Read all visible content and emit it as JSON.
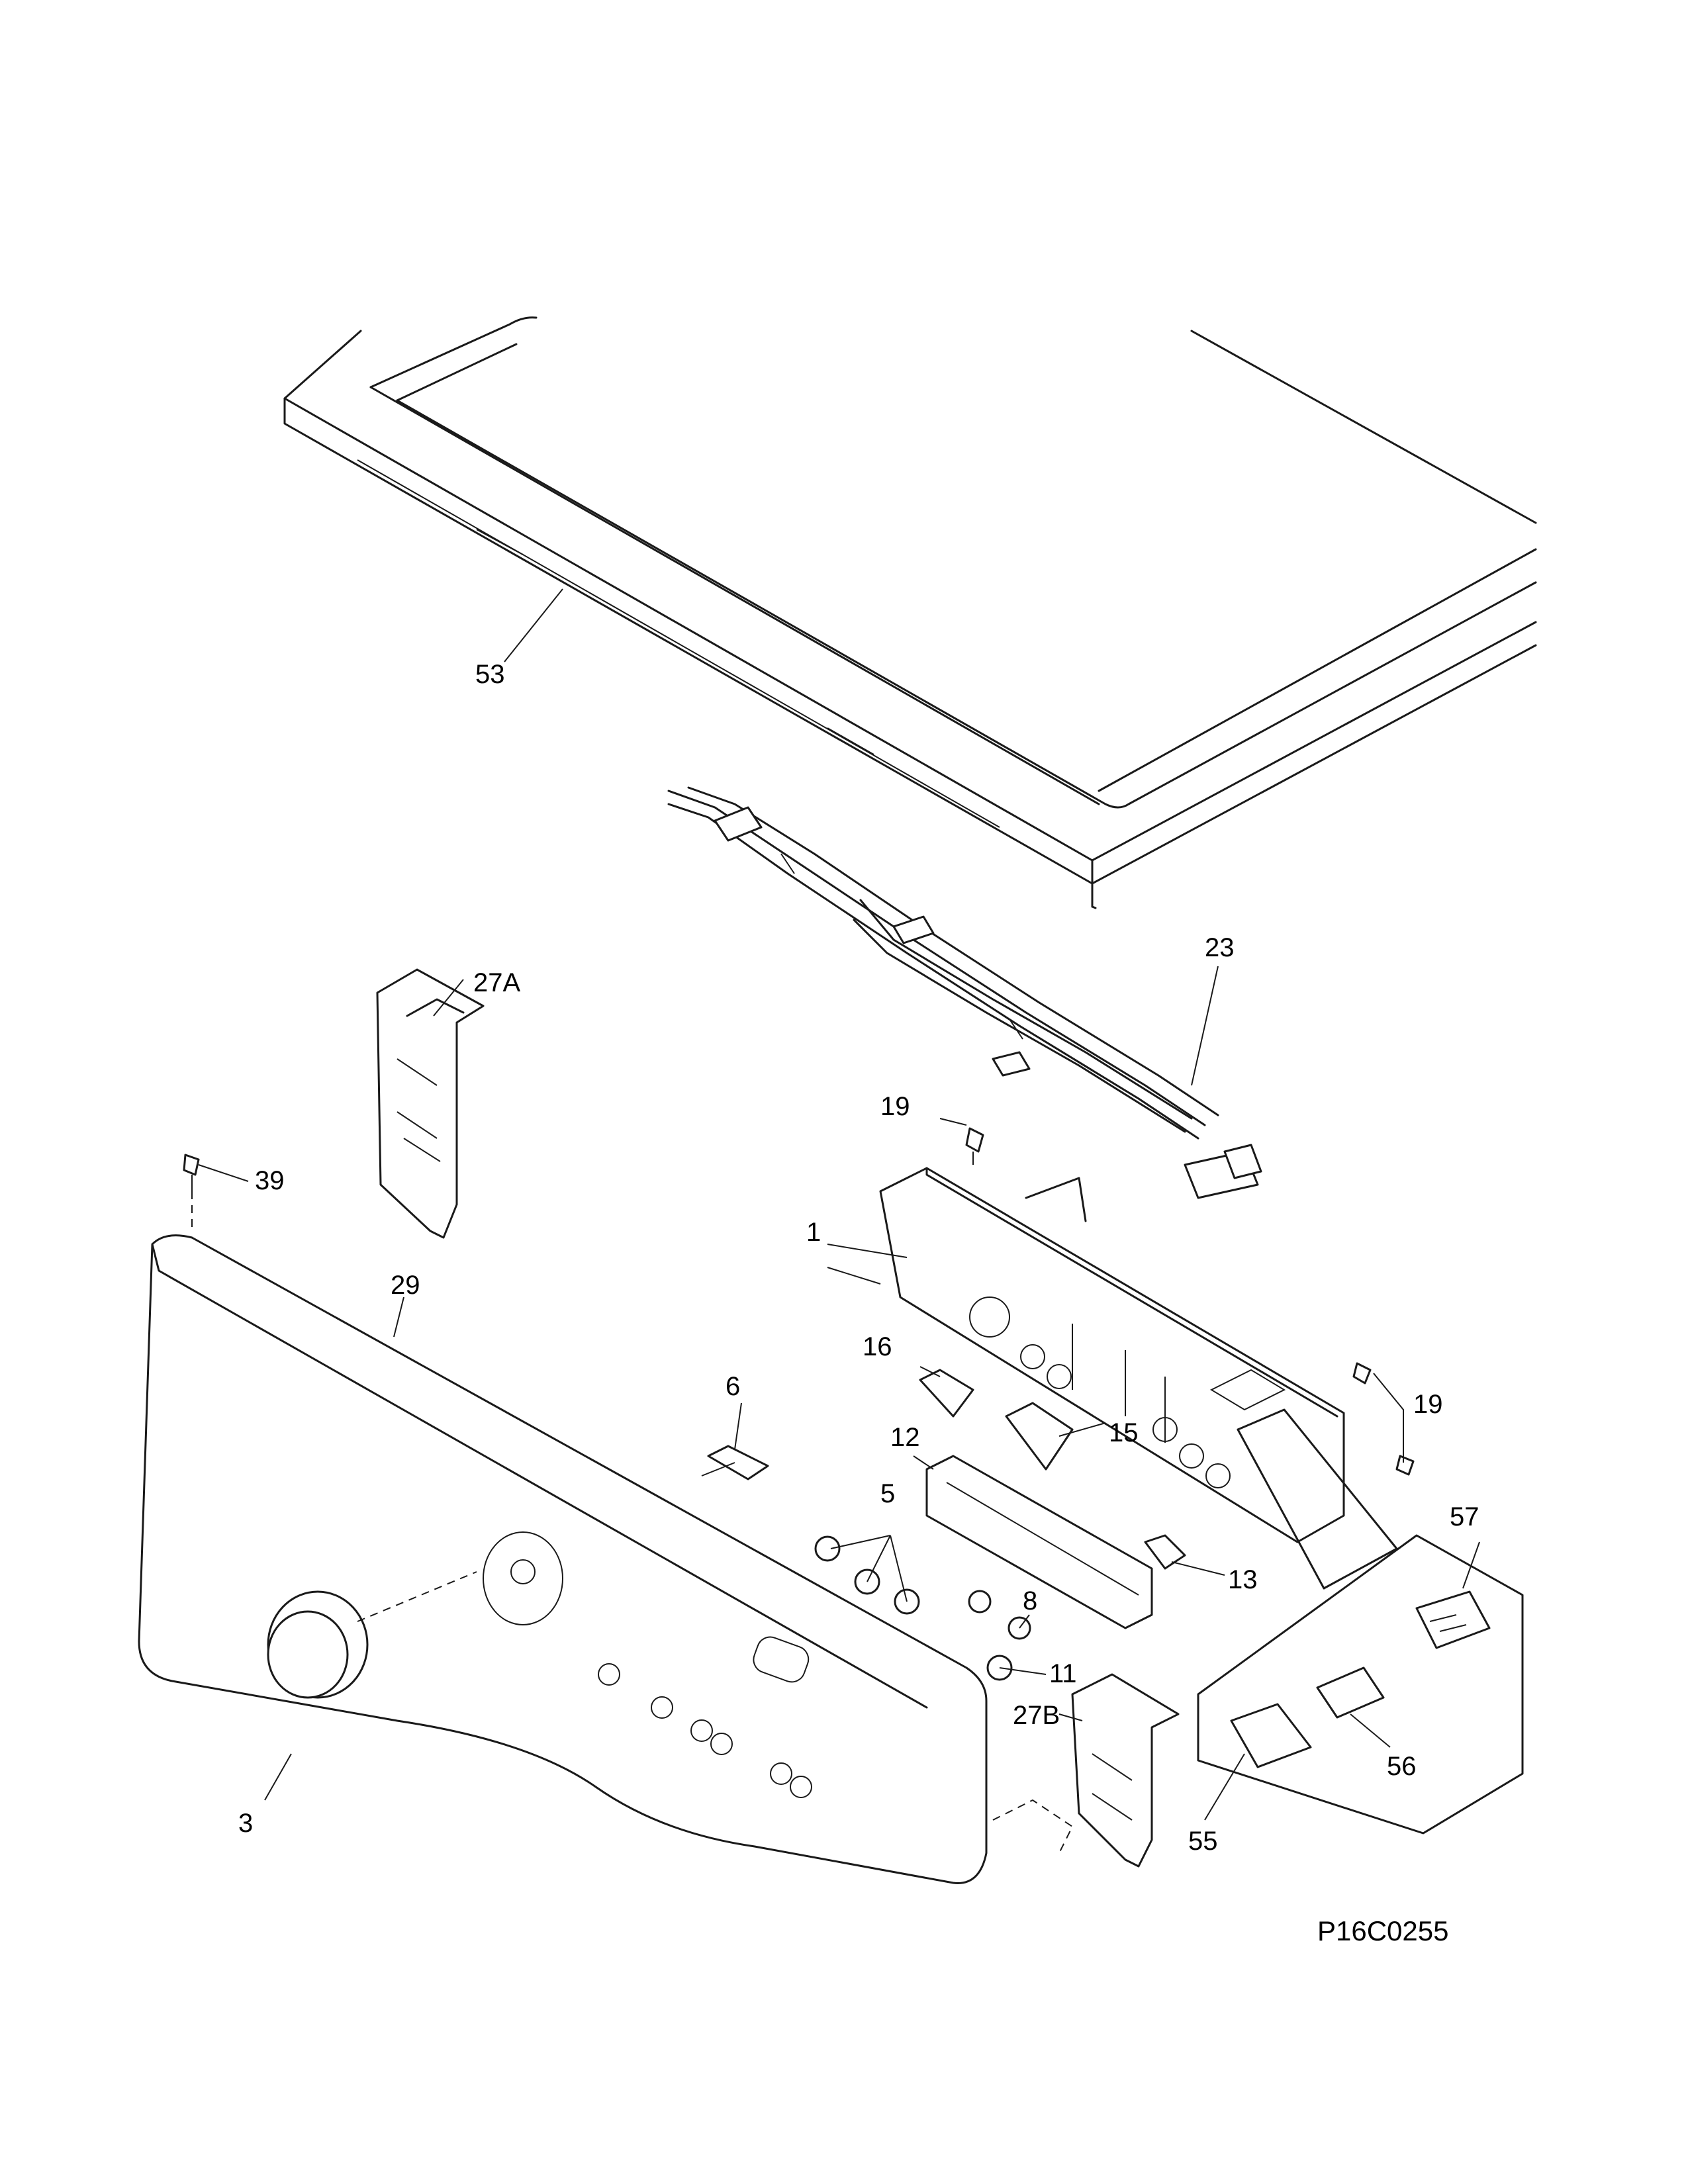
{
  "drawing_code": "P16C0255",
  "callouts": {
    "c53": "53",
    "c23": "23",
    "c27a": "27A",
    "c19_top": "19",
    "c39": "39",
    "c1": "1",
    "c29": "29",
    "c16": "16",
    "c6": "6",
    "c19_right": "19",
    "c12": "12",
    "c15": "15",
    "c5": "5",
    "c13": "13",
    "c8": "8",
    "c57": "57",
    "c11": "11",
    "c27b": "27B",
    "c56": "56",
    "c3": "3",
    "c55": "55"
  }
}
